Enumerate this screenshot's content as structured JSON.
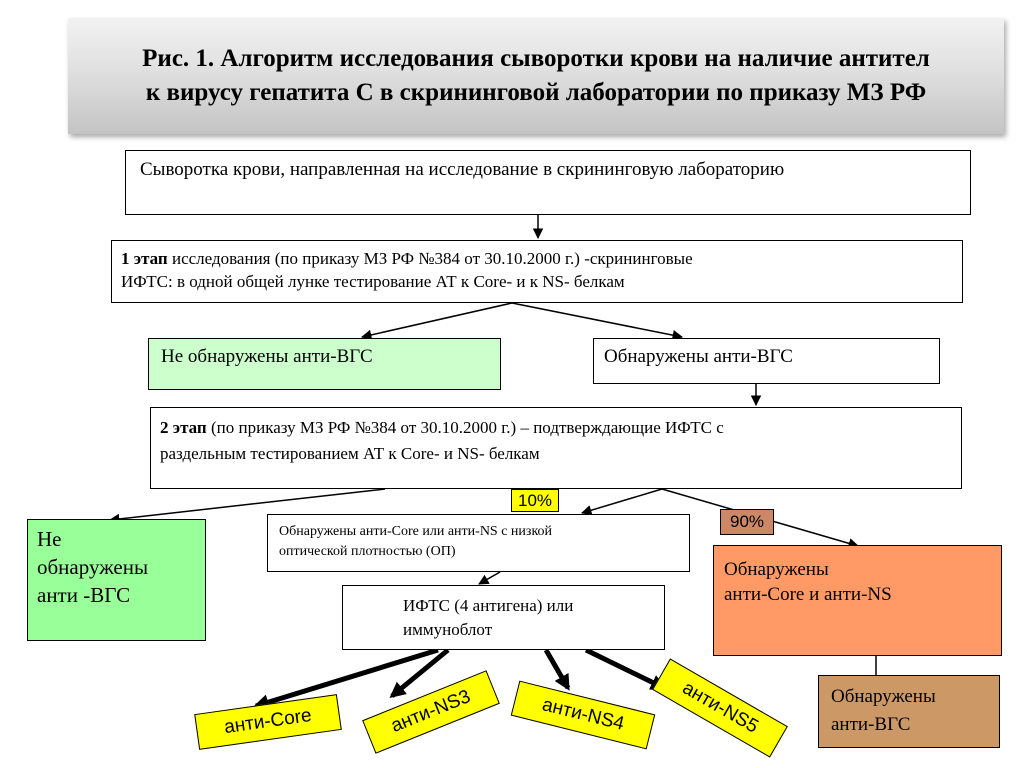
{
  "title": {
    "line1": "Рис. 1. Алгоритм исследования сыворотки крови на наличие антител",
    "line2": "к вирусу гепатита С в скрининговой лаборатории по приказу МЗ РФ"
  },
  "boxes": {
    "serum": "Сыворотка крови, направленная на исследование в скрининговую лабораторию",
    "stage1": {
      "bold": "1 этап",
      "line1": " исследования (по приказу МЗ РФ №384 от 30.10.2000 г.) -скрининговые",
      "line2": "ИФТС:  в одной общей  лунке тестирование АТ к Core- и к NS- белкам"
    },
    "not_detected_1": "Не  обнаружены  анти-ВГС",
    "detected_1": "Обнаружены анти-ВГС",
    "stage2": {
      "bold": "2 этап",
      "line1": " (по приказу МЗ РФ №384 от 30.10.2000 г.) – подтверждающие ИФТС с",
      "line2": "раздельным тестированием АТ к Core- и NS- белкам"
    },
    "not_detected_2": {
      "line1": "Не",
      "line2": "обнаружены",
      "line3": "анти -ВГС"
    },
    "low_od": {
      "line1": "Обнаружены анти-Core  или анти-NS с низкой",
      "line2": "оптической плотностью (ОП)"
    },
    "ifts": {
      "line1": "ИФТС (4 антигена) или",
      "line2": "иммуноблот"
    },
    "detected_core_ns": {
      "line1": "Обнаружены",
      "line2": "анти-Core  и анти-NS"
    },
    "detected_final": {
      "line1": "Обнаружены",
      "line2": "анти-ВГС"
    }
  },
  "percent": {
    "p10": "10%",
    "p90": "90%"
  },
  "tags": {
    "core": "анти-Core",
    "ns3": "анти-NS3",
    "ns4": "анти-NS4",
    "ns5": "анти-NS5"
  },
  "colors": {
    "green_light": "#ccffcc",
    "green": "#99ff99",
    "orange": "#ff9966",
    "brown": "#cc9966",
    "yellow": "#ffff00"
  }
}
